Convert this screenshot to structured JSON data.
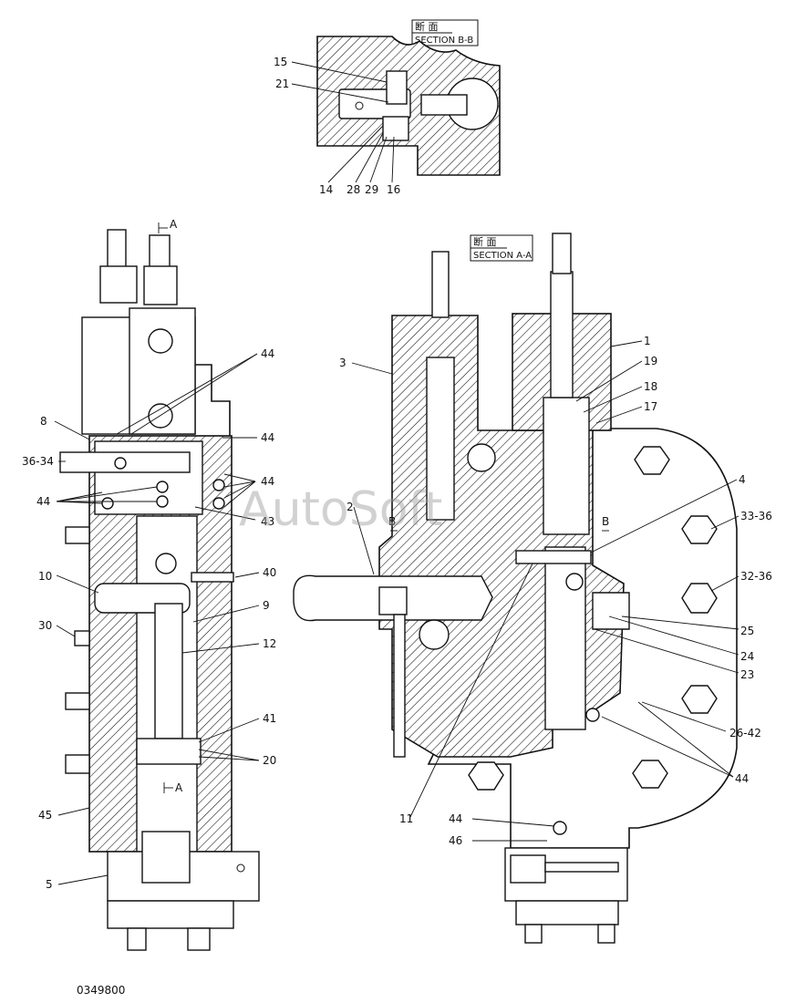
{
  "drawing": {
    "document_number": "0349800",
    "watermark": "AutoSoft"
  },
  "section_bb": {
    "cjk": "断 面",
    "title": "SECTION B-B",
    "labels": [
      "15",
      "21",
      "14",
      "28",
      "29",
      "16"
    ]
  },
  "section_aa": {
    "cjk": "断 面",
    "title": "SECTION A-A",
    "labels": [
      "3",
      "1",
      "19",
      "18",
      "17",
      "4",
      "2",
      "33-36",
      "32-36",
      "25",
      "24",
      "23",
      "26-42",
      "44",
      "44",
      "46",
      "11"
    ],
    "cut_marks": [
      "B",
      "B"
    ]
  },
  "side_view": {
    "labels": [
      "44",
      "8",
      "44",
      "36-34",
      "44",
      "44",
      "43",
      "40",
      "10",
      "9",
      "30",
      "12",
      "41",
      "20",
      "45",
      "5"
    ],
    "cut_marks": [
      "A",
      "A"
    ]
  }
}
